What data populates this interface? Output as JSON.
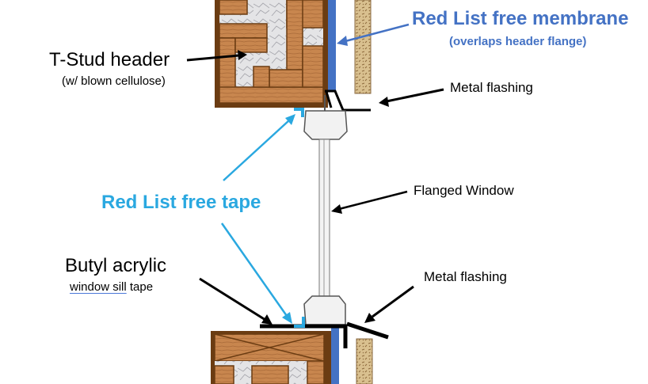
{
  "labels": {
    "tstud_header": "T-Stud header",
    "tstud_sub": "(w/ blown cellulose)",
    "membrane": "Red List free membrane",
    "membrane_sub": "(overlaps header flange)",
    "flashing_top": "Metal flashing",
    "flanged_window": "Flanged Window",
    "tape": "Red List free tape",
    "butyl": "Butyl acrylic",
    "butyl_sub_u": "window sill",
    "butyl_sub_rest": " tape",
    "flashing_bottom": "Metal flashing"
  },
  "colors": {
    "membrane_blue": "#4472c4",
    "tape_cyan": "#2aa8e0",
    "wood": "#c8864e",
    "wood_dark": "#6b3c12",
    "siding": "#d9c08f",
    "arrow_black": "#000000"
  }
}
